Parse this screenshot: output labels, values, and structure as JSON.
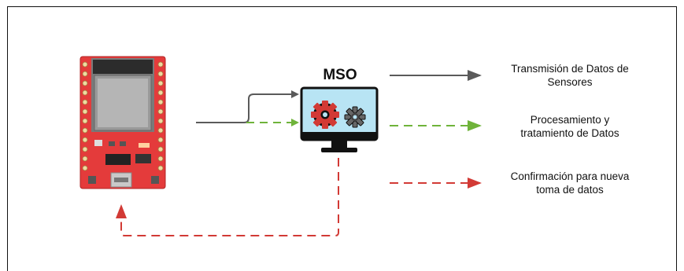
{
  "diagram": {
    "central_node": {
      "title": "MSO",
      "icon": "computer-gears-icon"
    },
    "device": {
      "icon": "esp32-board-icon"
    },
    "outputs": [
      {
        "line1": "Transmisión de Datos de",
        "line2": "Sensores",
        "style": "solid",
        "color": "#5a5a5a"
      },
      {
        "line1": "Procesamiento y",
        "line2": "tratamiento de Datos",
        "style": "dashed",
        "color": "#6fb33a"
      },
      {
        "line1": "Confirmación para nueva",
        "line2": "toma de datos",
        "style": "dashed",
        "color": "#d23a35"
      }
    ],
    "colors": {
      "gray": "#5a5a5a",
      "green": "#6fb33a",
      "red": "#d23a35",
      "board": "#e43b3b",
      "monitor": "#b8e4f4"
    }
  }
}
